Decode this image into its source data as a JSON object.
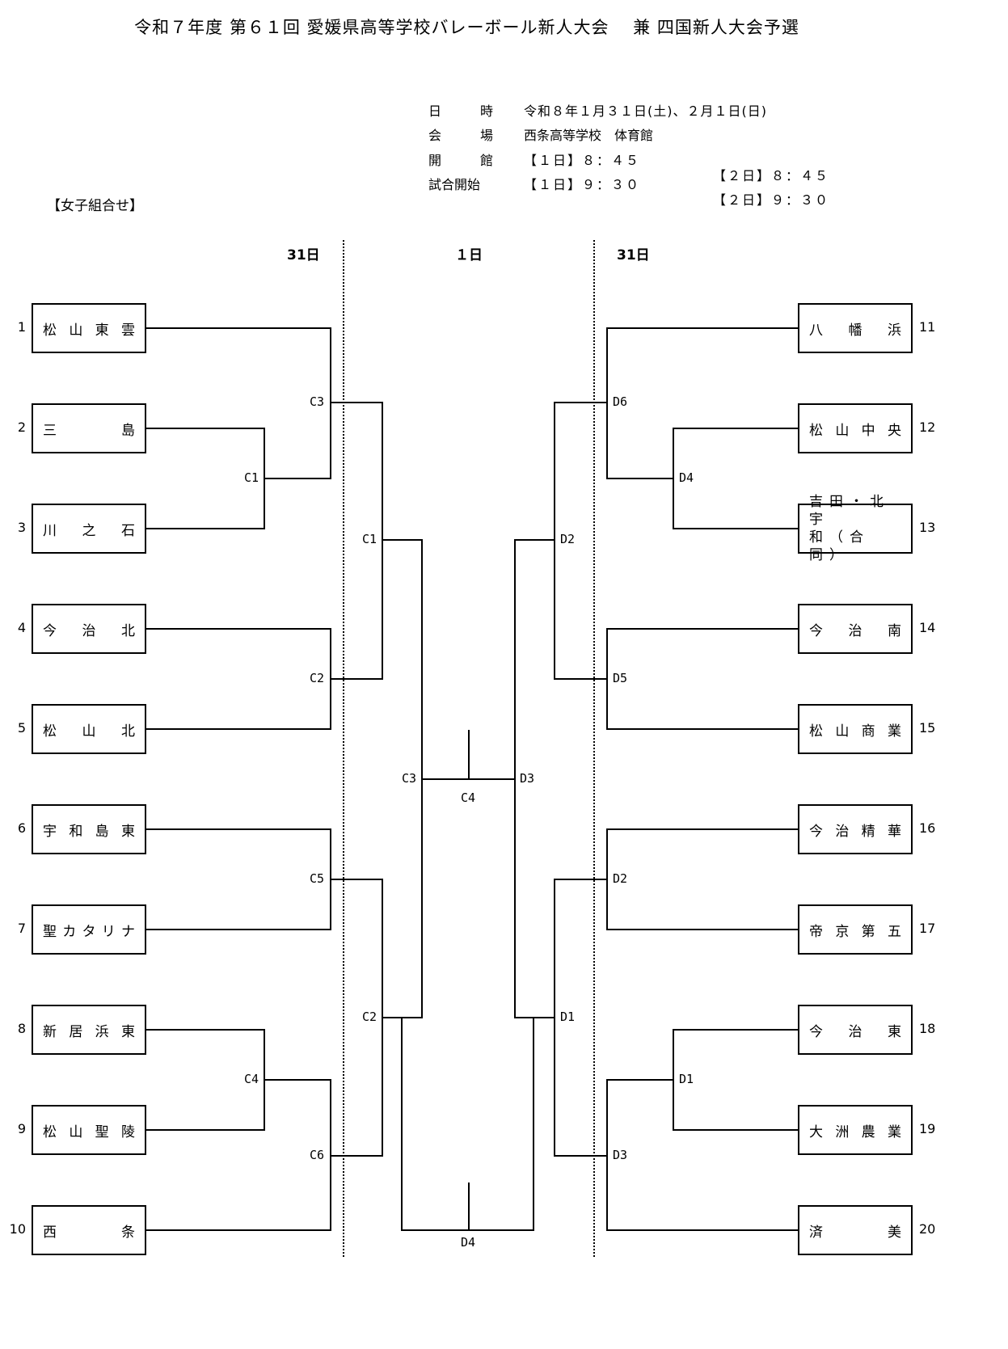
{
  "header": {
    "title": "令和７年度 第６１回 愛媛県高等学校バレーボール新人大会　 兼 四国新人大会予選"
  },
  "info": [
    {
      "label": [
        "日",
        "時"
      ],
      "value": "令和８年１月３１日(土)、２月１日(日)",
      "value2": ""
    },
    {
      "label": [
        "会",
        "場"
      ],
      "value": "西条高等学校　体育館",
      "value2": ""
    },
    {
      "label": [
        "開",
        "館"
      ],
      "value": "【１日】８：４５",
      "value2": "【２日】８：４５"
    },
    {
      "label": [
        "試合開始"
      ],
      "value": "【１日】９：３０",
      "value2": "【２日】９：３０"
    }
  ],
  "section_title": "【女子組合せ】",
  "day_headers": {
    "left": "31日",
    "center": "１日",
    "right": "31日"
  },
  "teams_left": [
    {
      "seed": "1",
      "name": "松山東雲",
      "chars": [
        "松",
        "山",
        "東",
        "雲"
      ]
    },
    {
      "seed": "2",
      "name": "三島",
      "chars": [
        "三",
        "島"
      ]
    },
    {
      "seed": "3",
      "name": "川之石",
      "chars": [
        "川",
        "之",
        "石"
      ]
    },
    {
      "seed": "4",
      "name": "今治北",
      "chars": [
        "今",
        "治",
        "北"
      ]
    },
    {
      "seed": "5",
      "name": "松山北",
      "chars": [
        "松",
        "山",
        "北"
      ]
    },
    {
      "seed": "6",
      "name": "宇和島東",
      "chars": [
        "宇",
        "和",
        "島",
        "東"
      ]
    },
    {
      "seed": "7",
      "name": "聖カタリナ",
      "chars": [
        "聖",
        "カ",
        "タ",
        "リ",
        "ナ"
      ]
    },
    {
      "seed": "8",
      "name": "新居浜東",
      "chars": [
        "新",
        "居",
        "浜",
        "東"
      ]
    },
    {
      "seed": "9",
      "name": "松山聖陵",
      "chars": [
        "松",
        "山",
        "聖",
        "陵"
      ]
    },
    {
      "seed": "10",
      "name": "西条",
      "chars": [
        "西",
        "条"
      ]
    }
  ],
  "teams_right": [
    {
      "seed": "11",
      "name": "八幡浜",
      "chars": [
        "八",
        "幡",
        "浜"
      ]
    },
    {
      "seed": "12",
      "name": "松山中央",
      "chars": [
        "松",
        "山",
        "中",
        "央"
      ]
    },
    {
      "seed": "13",
      "name": "吉田・北宇和（合同）",
      "lines": [
        "吉田・北宇",
        "和（合同）"
      ]
    },
    {
      "seed": "14",
      "name": "今治南",
      "chars": [
        "今",
        "治",
        "南"
      ]
    },
    {
      "seed": "15",
      "name": "松山商業",
      "chars": [
        "松",
        "山",
        "商",
        "業"
      ]
    },
    {
      "seed": "16",
      "name": "今治精華",
      "chars": [
        "今",
        "治",
        "精",
        "華"
      ]
    },
    {
      "seed": "17",
      "name": "帝京第五",
      "chars": [
        "帝",
        "京",
        "第",
        "五"
      ]
    },
    {
      "seed": "18",
      "name": "今治東",
      "chars": [
        "今",
        "治",
        "東"
      ]
    },
    {
      "seed": "19",
      "name": "大洲農業",
      "chars": [
        "大",
        "洲",
        "農",
        "業"
      ]
    },
    {
      "seed": "20",
      "name": "済美",
      "chars": [
        "済",
        "美"
      ]
    }
  ],
  "match_labels": {
    "left_r1_a": "C1",
    "left_r1_b": "C4",
    "left_r2_a": "C3",
    "left_r2_b": "C2",
    "left_r2_c": "C5",
    "left_r2_d": "C6",
    "left_r3_a": "C1",
    "left_r3_b": "C2",
    "left_semi": "C3",
    "final_top": "C4",
    "right_r1_a": "D4",
    "right_r1_b": "D1",
    "right_r2_a": "D6",
    "right_r2_b": "D5",
    "right_r2_c": "D2",
    "right_r2_d": "D3",
    "right_r3_a": "D2",
    "right_r3_b": "D1",
    "right_semi": "D3",
    "final_bottom": "D4"
  }
}
